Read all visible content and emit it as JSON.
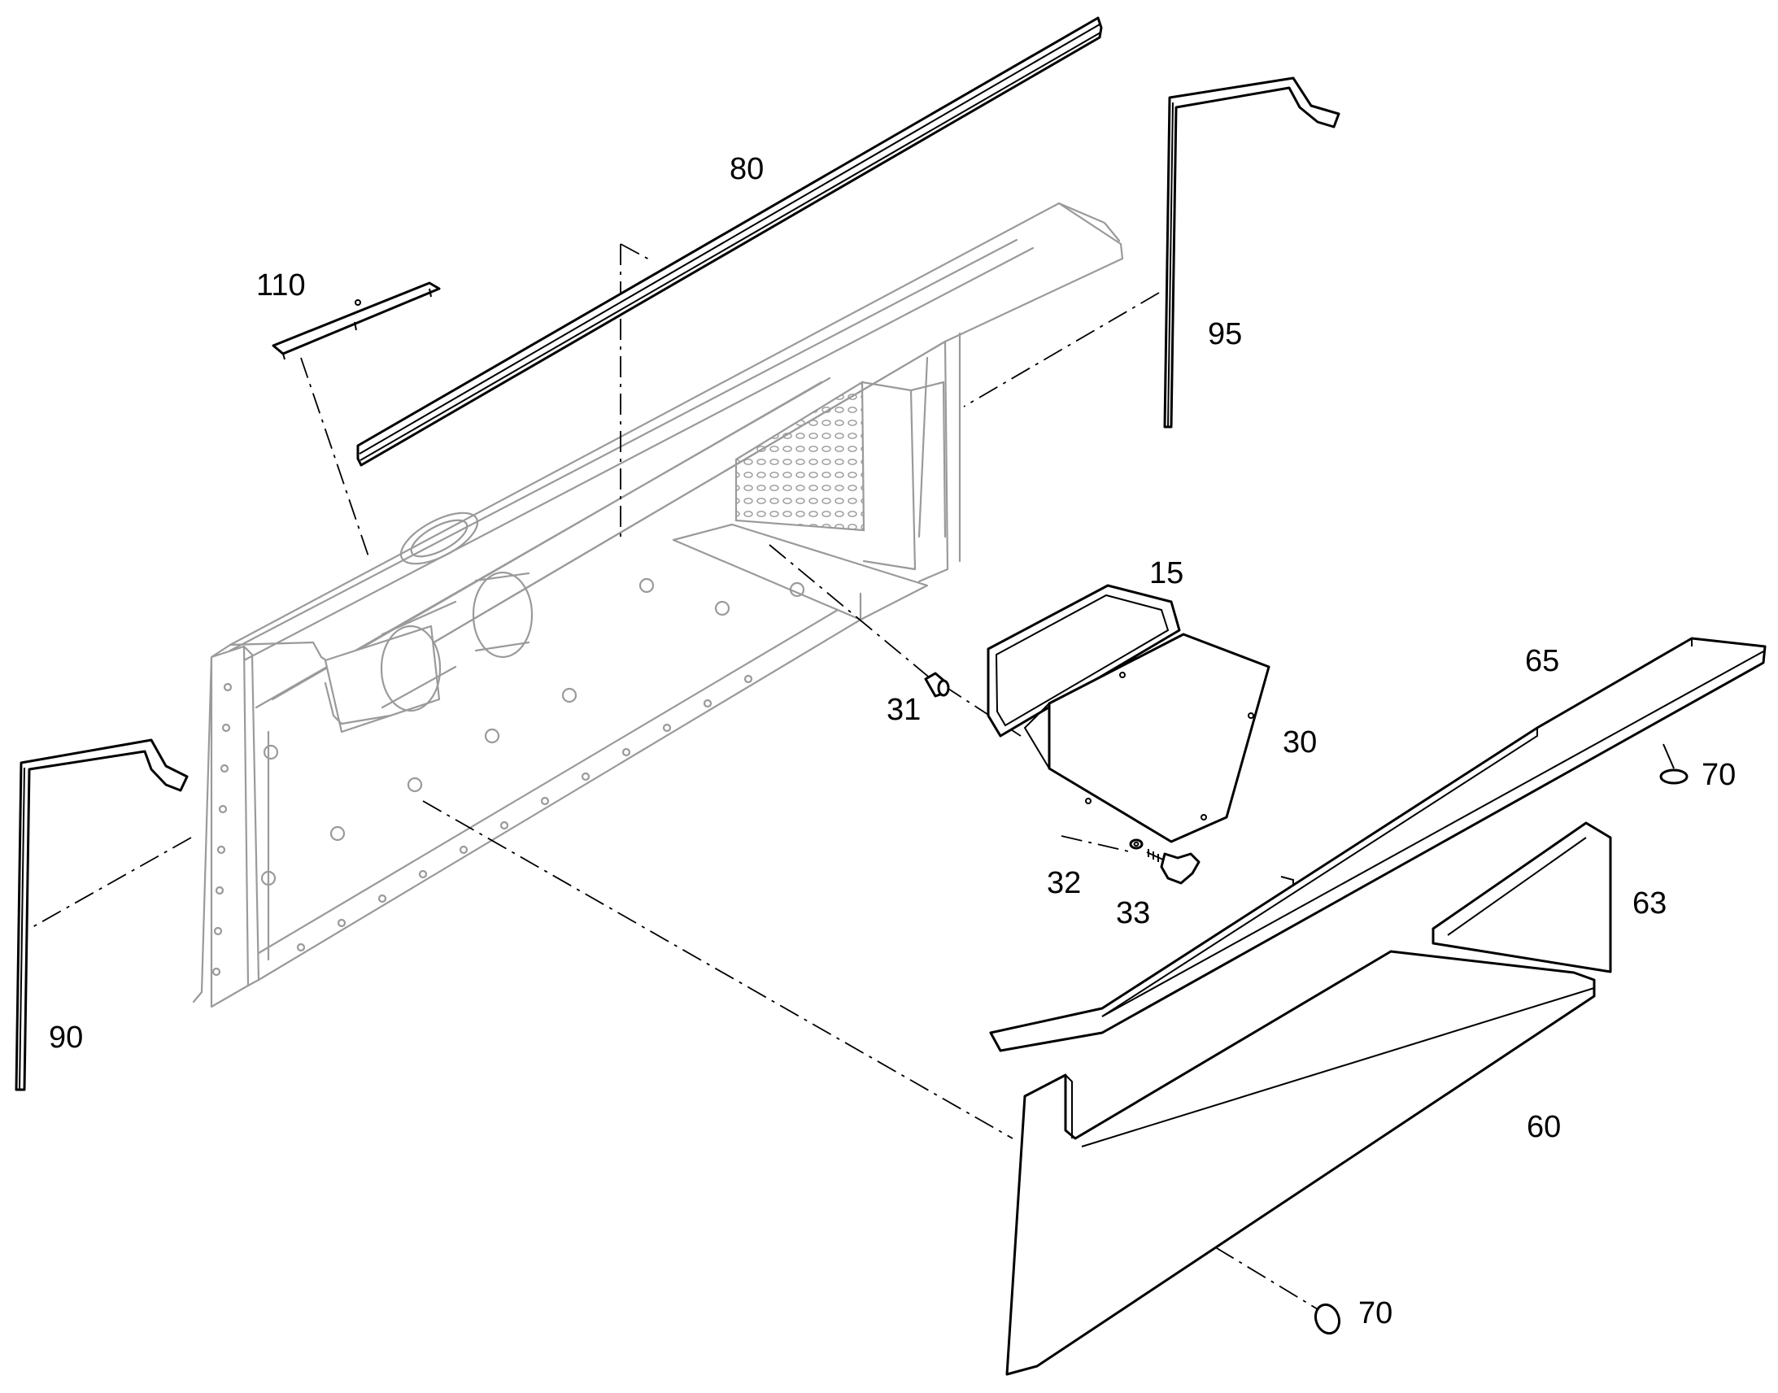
{
  "callouts": {
    "c80": "80",
    "c110": "110",
    "c95": "95",
    "c15": "15",
    "c65": "65",
    "c31": "31",
    "c30": "30",
    "c70a": "70",
    "c63": "63",
    "c32": "32",
    "c33": "33",
    "c90": "90",
    "c60": "60",
    "c70b": "70"
  }
}
